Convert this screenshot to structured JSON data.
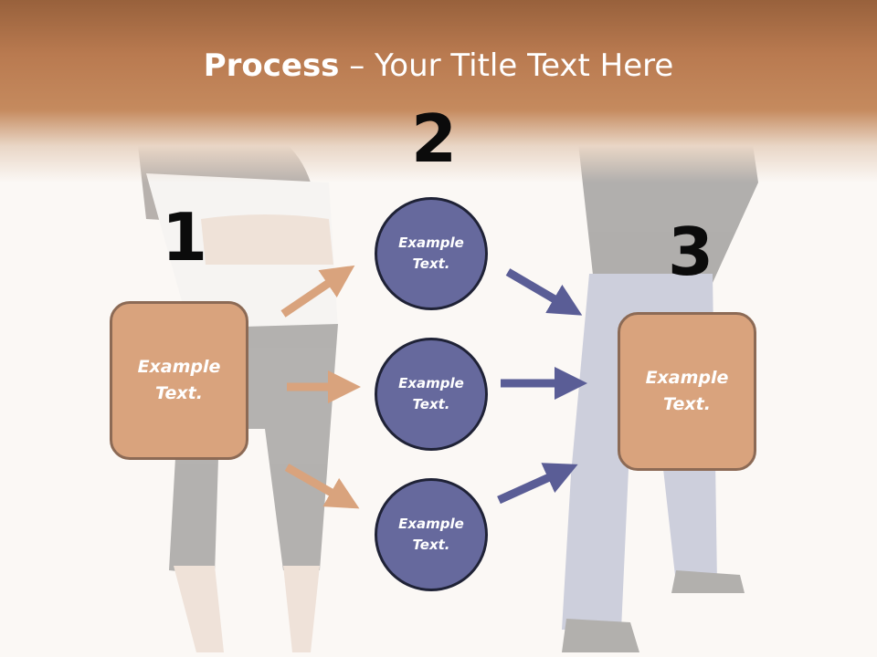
{
  "title": {
    "bold": "Process",
    "rest": " – Your Title Text Here"
  },
  "steps": {
    "one": "1",
    "two": "2",
    "three": "3"
  },
  "left_box": {
    "line1": "Example",
    "line2": "Text."
  },
  "right_box": {
    "line1": "Example",
    "line2": "Text."
  },
  "circles": [
    {
      "line1": "Example",
      "line2": "Text."
    },
    {
      "line1": "Example",
      "line2": "Text."
    },
    {
      "line1": "Example",
      "line2": "Text."
    }
  ],
  "colors": {
    "box_fill": "#d9a37d",
    "circle_fill": "#66699d",
    "arrow_tan": "#d9a37d",
    "arrow_blue": "#5a5d96"
  }
}
